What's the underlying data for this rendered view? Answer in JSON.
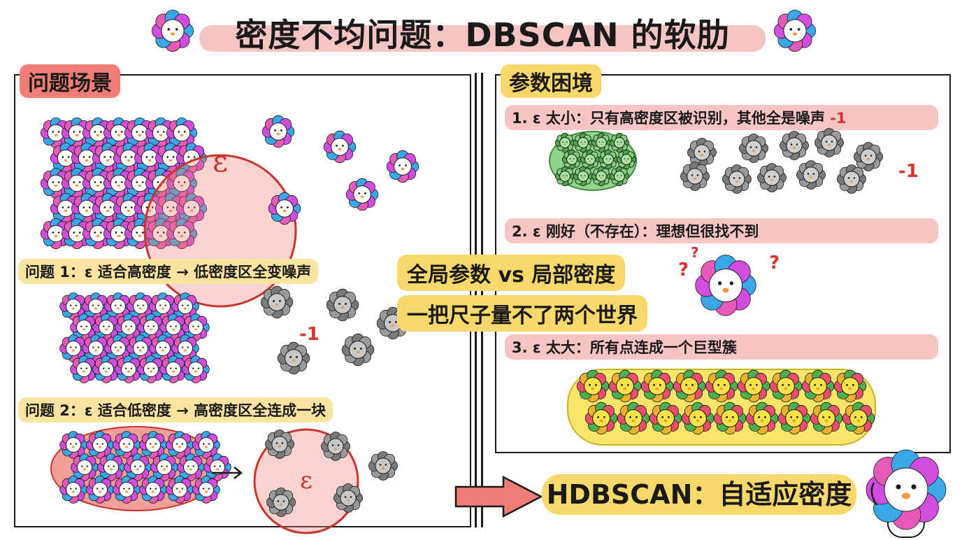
{
  "title": "密度不均问题：DBSCAN 的软肋",
  "left_panel": {
    "label": "问题场景",
    "epsilon_symbol": "ε",
    "problem1": "问题 1：ε 适合高密度 → 低密度区全变噪声",
    "problem1_noise": "-1",
    "problem2": "问题 2：ε 适合低密度 → 高密度区全连成一块",
    "problem2_epsilon": "ε"
  },
  "center": {
    "tag1": "全局参数 vs 局部密度",
    "tag2": "一把尺子量不了两个世界"
  },
  "right_panel": {
    "label": "参数困境",
    "case1_prefix": "1. ε 太小：只有高密度区被识别，其他全是噪声 ",
    "case1_noise": "-1",
    "case1_side_noise": "-1",
    "case2": "2. ε 刚好（不存在）：理想但很找不到",
    "case3": "3. ε 太大：所有点连成一个巨型簇"
  },
  "conclusion": "HDBSCAN：自适应密度",
  "colors": {
    "accent_red": "#f07d76",
    "accent_yellow": "#f9d86a",
    "noise_gray": "#8a8a8a",
    "cluster_green": "#6cc66a",
    "flower_petals": [
      "#3aa7e8",
      "#d04de0",
      "#e85ab8"
    ]
  }
}
